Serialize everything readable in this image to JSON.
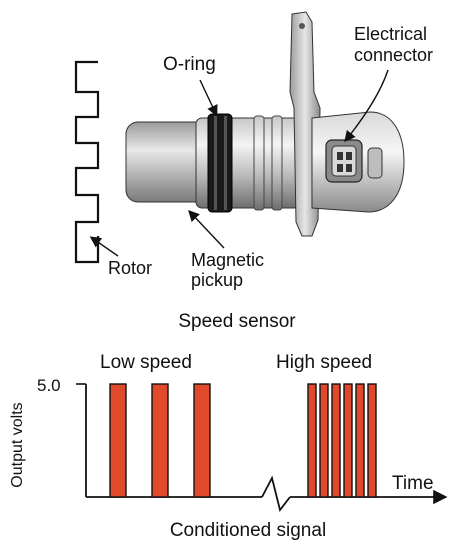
{
  "diagram": {
    "sensor": {
      "labels": {
        "o_ring": "O-ring",
        "electrical_connector_line1": "Electrical",
        "electrical_connector_line2": "connector",
        "rotor": "Rotor",
        "magnetic_pickup_line1": "Magnetic",
        "magnetic_pickup_line2": "pickup"
      },
      "caption": "Speed sensor"
    },
    "signal_chart": {
      "caption": "Conditioned signal",
      "ylabel": "Output volts",
      "xlabel": "Time",
      "y_tick": "5.0",
      "low_speed_label": "Low speed",
      "high_speed_label": "High speed",
      "pulse_color": "#e0492a",
      "low_speed_pulses": 3,
      "high_speed_pulses": 6
    }
  }
}
